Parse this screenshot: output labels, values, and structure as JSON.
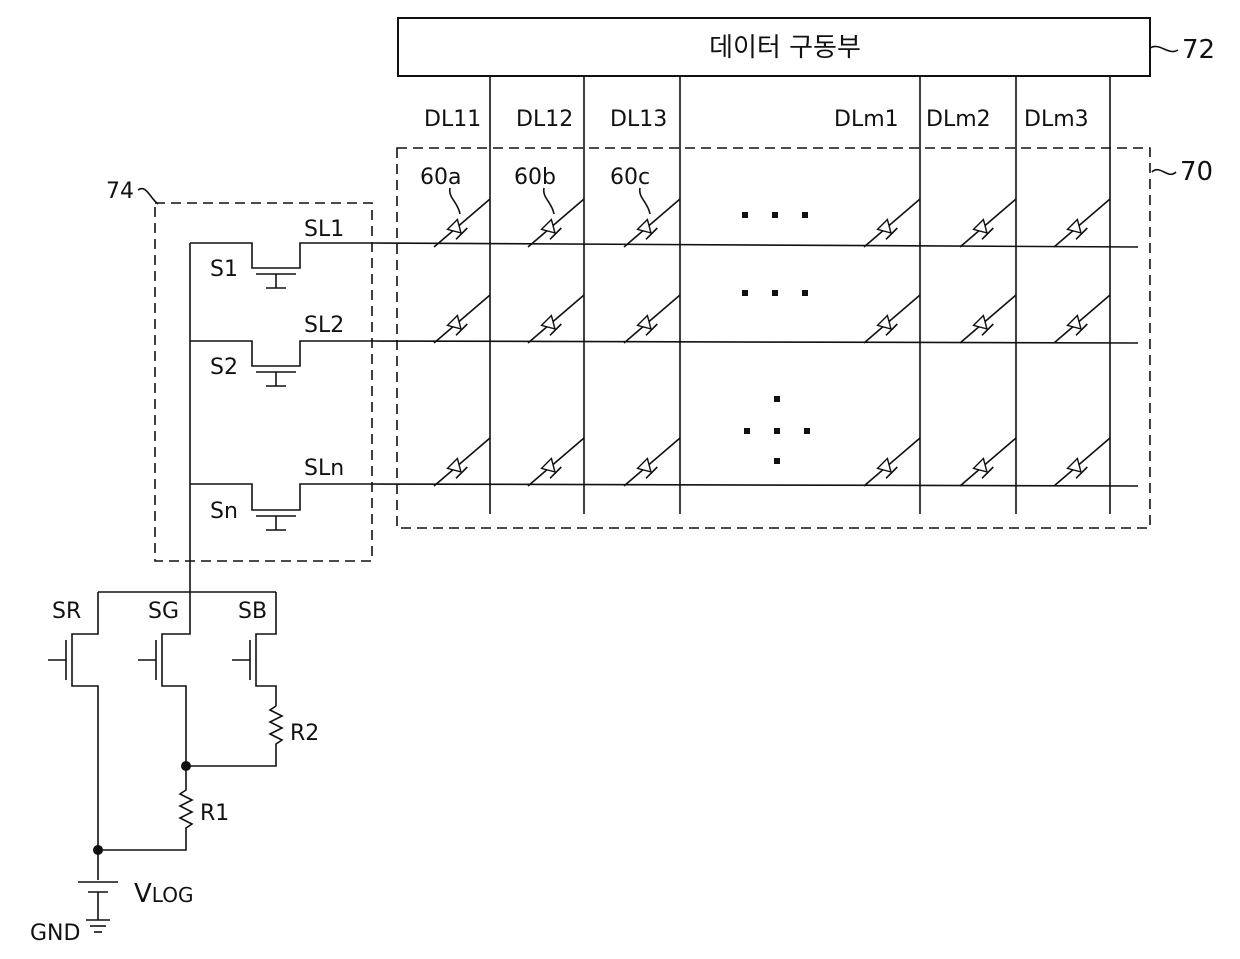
{
  "data_driver": {
    "label": "데이터 구동부",
    "ref": "72"
  },
  "panel_ref": "70",
  "scan_driver_ref": "74",
  "data_lines": [
    "DL11",
    "DL12",
    "DL13",
    "DLm1",
    "DLm2",
    "DLm3"
  ],
  "pixel_refs": [
    "60a",
    "60b",
    "60c"
  ],
  "scan_lines": [
    "SL1",
    "SL2",
    "SLn"
  ],
  "scan_switches": [
    "S1",
    "S2",
    "Sn"
  ],
  "color_switches": [
    "SR",
    "SG",
    "SB"
  ],
  "resistors": [
    "R1",
    "R2"
  ],
  "supply": {
    "label_main": "V",
    "label_sub": "LOG",
    "ground": "GND"
  }
}
